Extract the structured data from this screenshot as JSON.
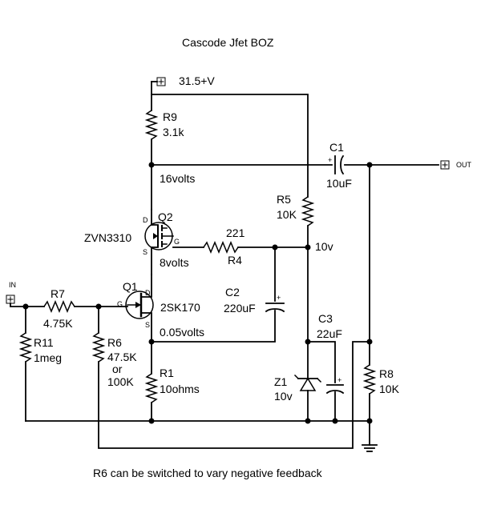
{
  "title": "Cascode Jfet BOZ",
  "footer_note": "R6 can be switched to vary negative feedback",
  "supply": "31.5+V",
  "ports": {
    "input": "IN",
    "output": "OUT"
  },
  "transistors": {
    "q2": {
      "ref": "Q2",
      "part": "ZVN3310",
      "gate": "G",
      "drain": "D",
      "source": "S"
    },
    "q1": {
      "ref": "Q1",
      "part": "2SK170",
      "gate": "G",
      "drain": "D",
      "source": "S"
    }
  },
  "resistors": {
    "r9": {
      "ref": "R9",
      "value": "3.1k"
    },
    "r5": {
      "ref": "R5",
      "value": "10K"
    },
    "r4": {
      "ref": "R4",
      "value": "221"
    },
    "r7": {
      "ref": "R7",
      "value": "4.75K"
    },
    "r11": {
      "ref": "R11",
      "value": "1meg"
    },
    "r6": {
      "ref": "R6",
      "value_a": "47.5K",
      "or": "or",
      "value_b": "100K"
    },
    "r1": {
      "ref": "R1",
      "value": "10ohms"
    },
    "r8": {
      "ref": "R8",
      "value": "10K"
    }
  },
  "capacitors": {
    "c1": {
      "ref": "C1",
      "value": "10uF",
      "polarity": "+"
    },
    "c2": {
      "ref": "C2",
      "value": "220uF",
      "polarity": "+"
    },
    "c3": {
      "ref": "C3",
      "value": "22uF",
      "polarity": "+"
    }
  },
  "zener": {
    "ref": "Z1",
    "value": "10v"
  },
  "voltages": {
    "v16": "16volts",
    "v8": "8volts",
    "v10": "10v",
    "v005": "0.05volts"
  }
}
